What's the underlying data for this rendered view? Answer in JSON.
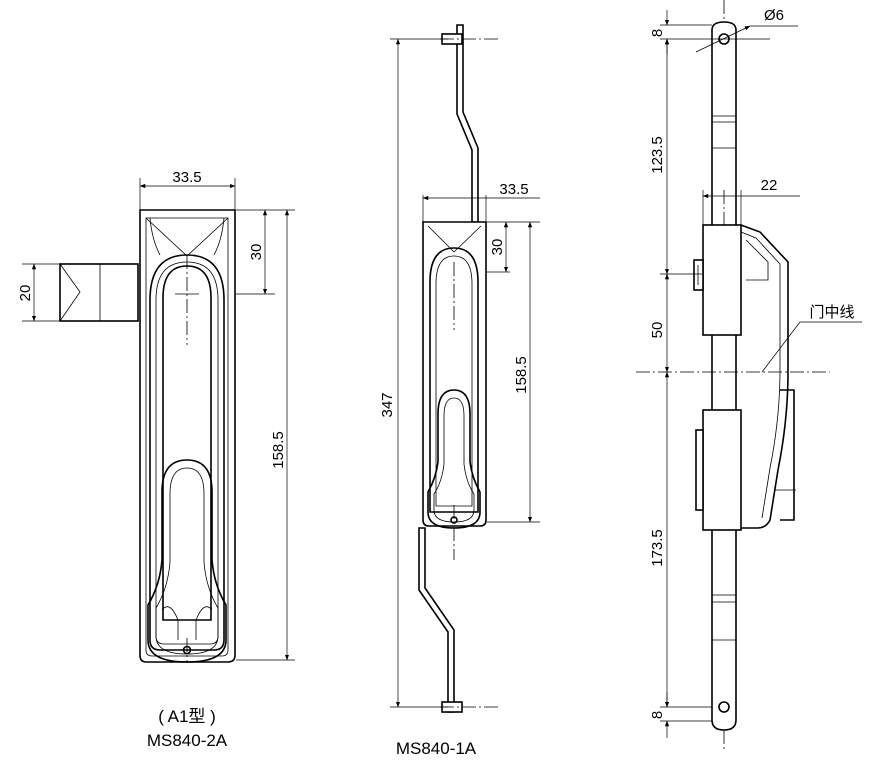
{
  "views": {
    "left": {
      "dim_width": "33.5",
      "dim_top": "30",
      "dim_length": "158.5",
      "dim_tab": "20",
      "caption_line1": "( A1型 )",
      "caption_line2": "MS840-2A"
    },
    "middle": {
      "dim_width": "33.5",
      "dim_top": "30",
      "dim_length": "158.5",
      "dim_total": "347",
      "caption": "MS840-1A"
    },
    "right": {
      "dim_hole_dia": "Ø6",
      "dim_top_offset": "8",
      "dim_upper_rod": "123.5",
      "dim_depth": "22",
      "dim_body": "50",
      "dim_lower_rod": "173.5",
      "dim_bottom_offset": "8",
      "label_door_center": "门中线"
    }
  }
}
